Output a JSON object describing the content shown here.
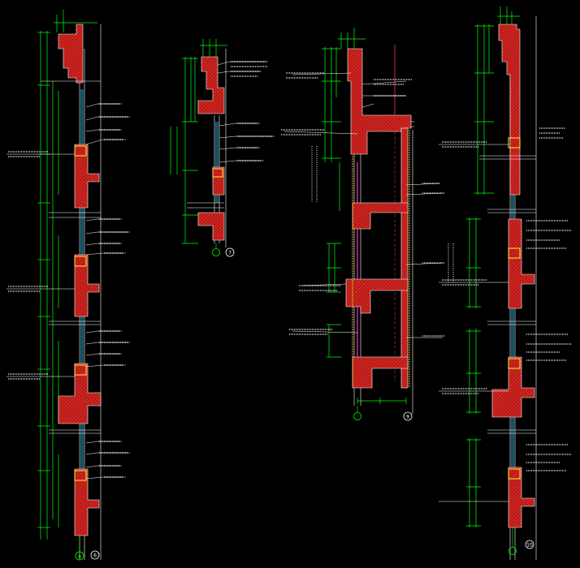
{
  "colors": {
    "background": "#000000",
    "dimension": "#00ff00",
    "wall_outline": "#ffffff",
    "wall_hatch": "#d81e1e",
    "insulation": "#ffee33",
    "glass": "#33ccff",
    "axis": "#ff3355",
    "leader": "#ffffff"
  },
  "sections": [
    {
      "id": "s6",
      "axis": "A",
      "num": "6"
    },
    {
      "id": "s7",
      "axis": "",
      "num": "7"
    },
    {
      "id": "s9",
      "axis": "",
      "num": "9"
    },
    {
      "id": "s10",
      "axis": "",
      "num": "10"
    }
  ]
}
